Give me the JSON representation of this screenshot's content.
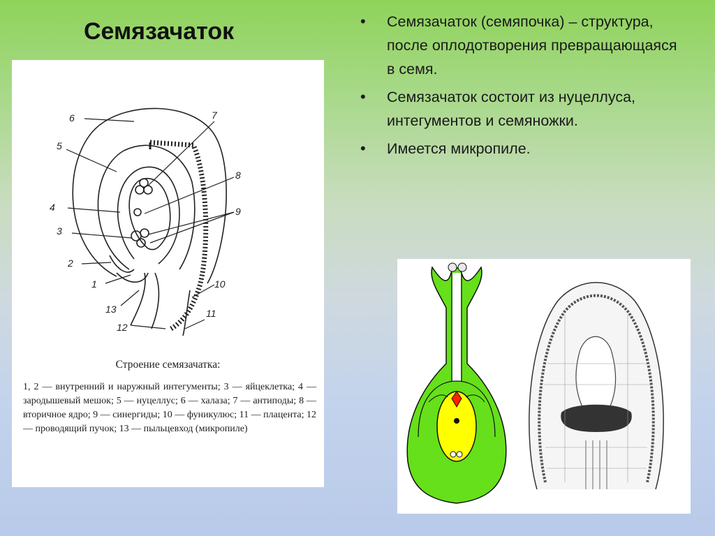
{
  "slide": {
    "title": "Семязачаток",
    "bullets": [
      "Семязачаток (семяпочка) – структура, после оплодотворения превращающаяся в семя.",
      "Семязачаток  состоит из нуцеллуса, интегументов и семяножки.",
      "Имеется микропиле."
    ]
  },
  "diagram": {
    "caption": "Строение семязачатка:",
    "legend": "1, 2 — внутренний и наружный интегументы; 3 — яйцеклетка; 4 — зародышевый мешок; 5 — нуцеллус; 6 — халаза; 7 — антиподы; 8 — вторичное ядро; 9 — синергиды; 10 — фуникулюс; 11 — плацента; 12 — проводящий пучок; 13 — пыльцевход (микропиле)",
    "labels": [
      "1",
      "2",
      "3",
      "4",
      "5",
      "6",
      "7",
      "8",
      "9",
      "10",
      "11",
      "12",
      "13"
    ]
  }
}
